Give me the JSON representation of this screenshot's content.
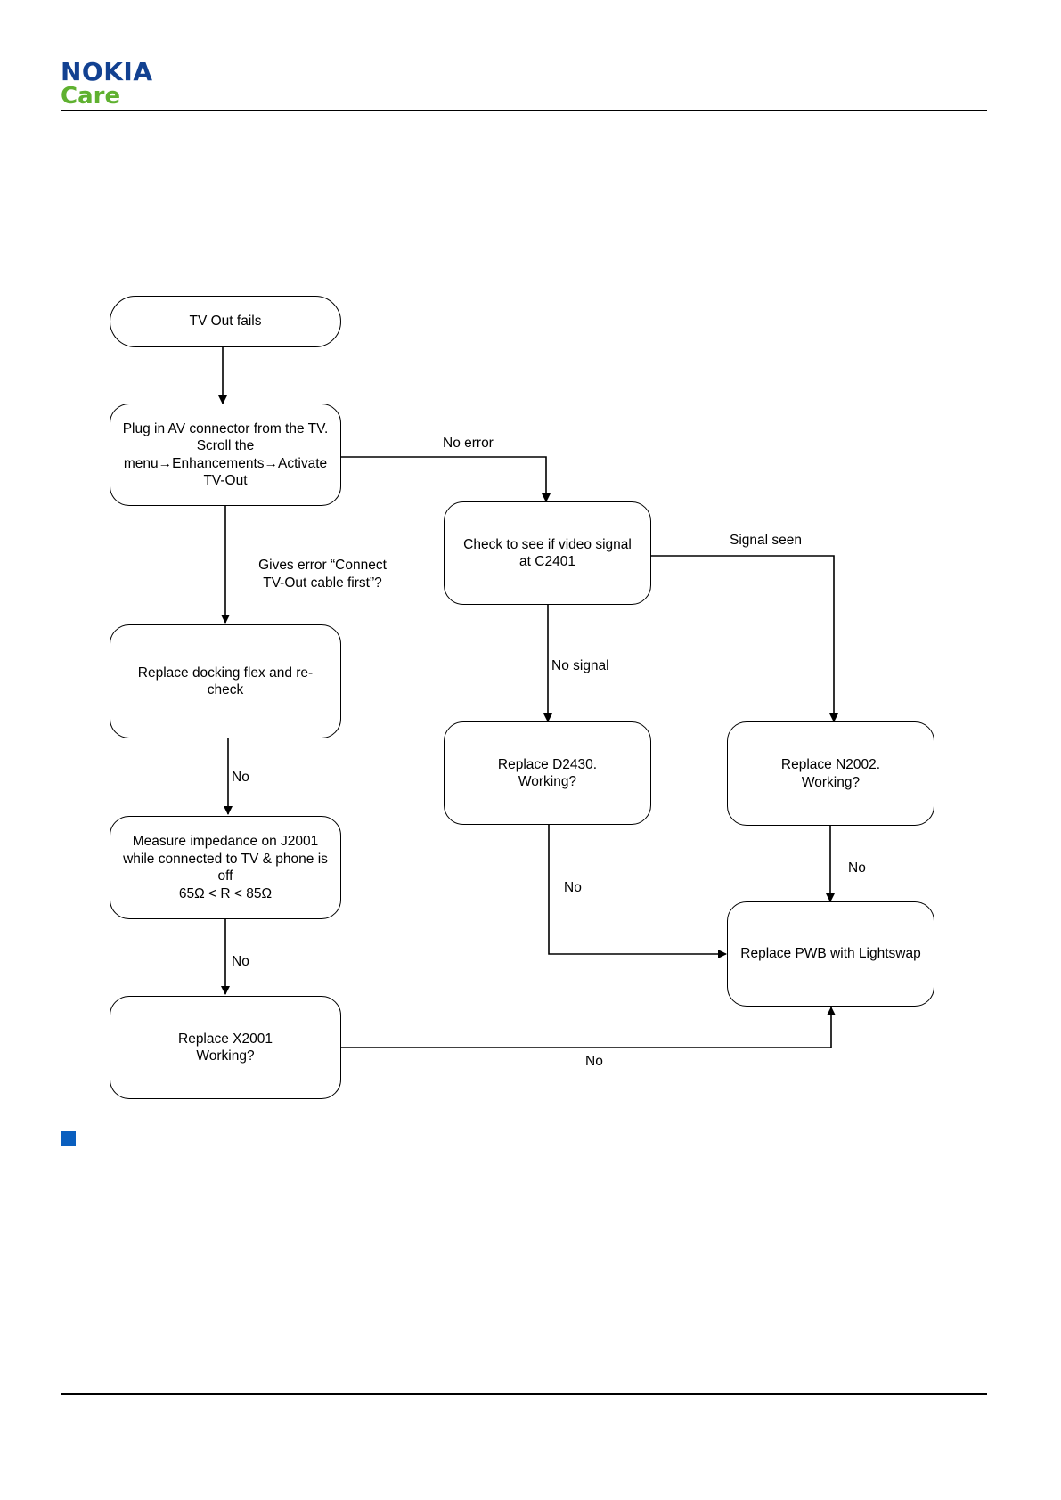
{
  "header": {
    "brand": "NOKIA",
    "sub_brand": "Care",
    "brand_color": "#124191",
    "sub_brand_color": "#5fb130"
  },
  "flowchart": {
    "nodes": {
      "start": "TV Out fails",
      "plug": "Plug in AV connector from the TV.\nScroll the menu→Enhancements→Activate TV-Out",
      "check_signal": "Check to see if video signal at  C2401",
      "replace_docking": "Replace docking flex and re-check",
      "replace_d2430": "Replace D2430.\nWorking?",
      "replace_n2002": "Replace N2002.\nWorking?",
      "measure": "Measure impedance on J2001 while connected to TV & phone is off\n65Ω < R < 85Ω",
      "replace_pwb": "Replace PWB with Lightswap",
      "replace_x2001": "Replace X2001\nWorking?"
    },
    "edges": {
      "no_error": "No error",
      "gives_error": "Gives error “Connect\nTV-Out cable first”?",
      "signal_seen": "Signal seen",
      "no_signal": "No signal",
      "no_docking": "No",
      "no_measure": "No",
      "no_d2430": "No",
      "no_n2002": "No",
      "no_x2001": "No"
    }
  },
  "colors": {
    "footer_square": "#0a5fbf"
  }
}
